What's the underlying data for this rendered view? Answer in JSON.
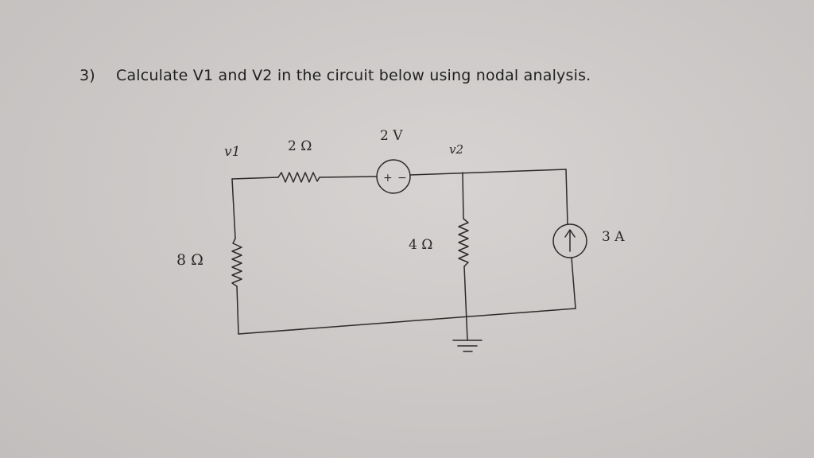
{
  "question": {
    "number": "3)",
    "text": "Calculate V1 and V2 in the circuit below using nodal analysis."
  },
  "circuit": {
    "node1_label": "v1",
    "node2_label": "v2",
    "r_top_label": "2 Ω",
    "vsource_label": "2 V",
    "r_left_label": "8 Ω",
    "r_mid_label": "4 Ω",
    "isource_label": "3 A",
    "vsource_plus": "+",
    "vsource_minus": "−"
  }
}
